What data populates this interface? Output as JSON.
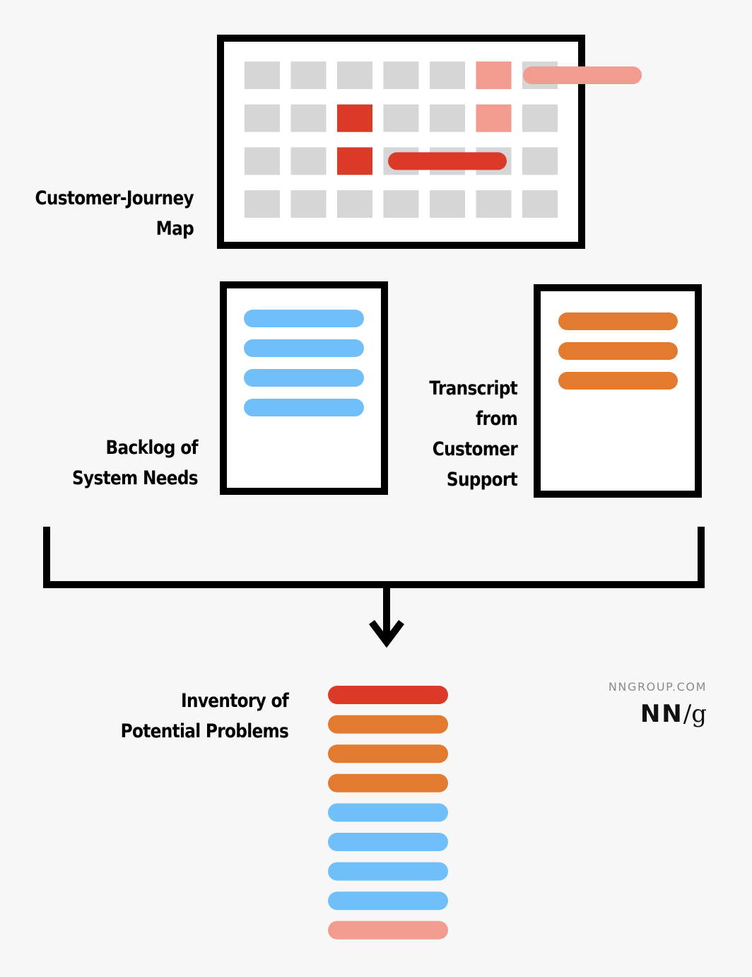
{
  "labels": {
    "journey": [
      "Customer-Journey",
      "Map"
    ],
    "backlog": [
      "Backlog of",
      "System Needs"
    ],
    "transcript": [
      "Transcript",
      "from",
      "Customer",
      "Support"
    ],
    "inventory": [
      "Inventory of",
      "Potential Problems"
    ]
  },
  "brand": {
    "url": "NNGROUP.COM",
    "logo_nn": "NN",
    "logo_slash": "/",
    "logo_g": "g"
  },
  "colors": {
    "frame": "#000000",
    "cell": "#d6d6d6",
    "red": "#db3a28",
    "pink": "#f29c90",
    "blue": "#70bff8",
    "orange": "#e27a30",
    "background": "#f7f7f7",
    "panel": "#ffffff"
  },
  "journey_map": {
    "rows": 4,
    "cols": 7,
    "highlighted_cells": [
      {
        "row": 0,
        "col": 5,
        "color": "pink"
      },
      {
        "row": 1,
        "col": 2,
        "color": "red"
      },
      {
        "row": 1,
        "col": 5,
        "color": "pink"
      },
      {
        "row": 2,
        "col": 2,
        "color": "red"
      }
    ],
    "notes": [
      {
        "row": 0,
        "color": "pink"
      },
      {
        "row": 2,
        "color": "red"
      }
    ]
  },
  "backlog_items": [
    "blue",
    "blue",
    "blue",
    "blue"
  ],
  "transcript_items": [
    "orange",
    "orange",
    "orange"
  ],
  "inventory_items": [
    "red",
    "orange",
    "orange",
    "orange",
    "blue",
    "blue",
    "blue",
    "blue",
    "pink"
  ]
}
